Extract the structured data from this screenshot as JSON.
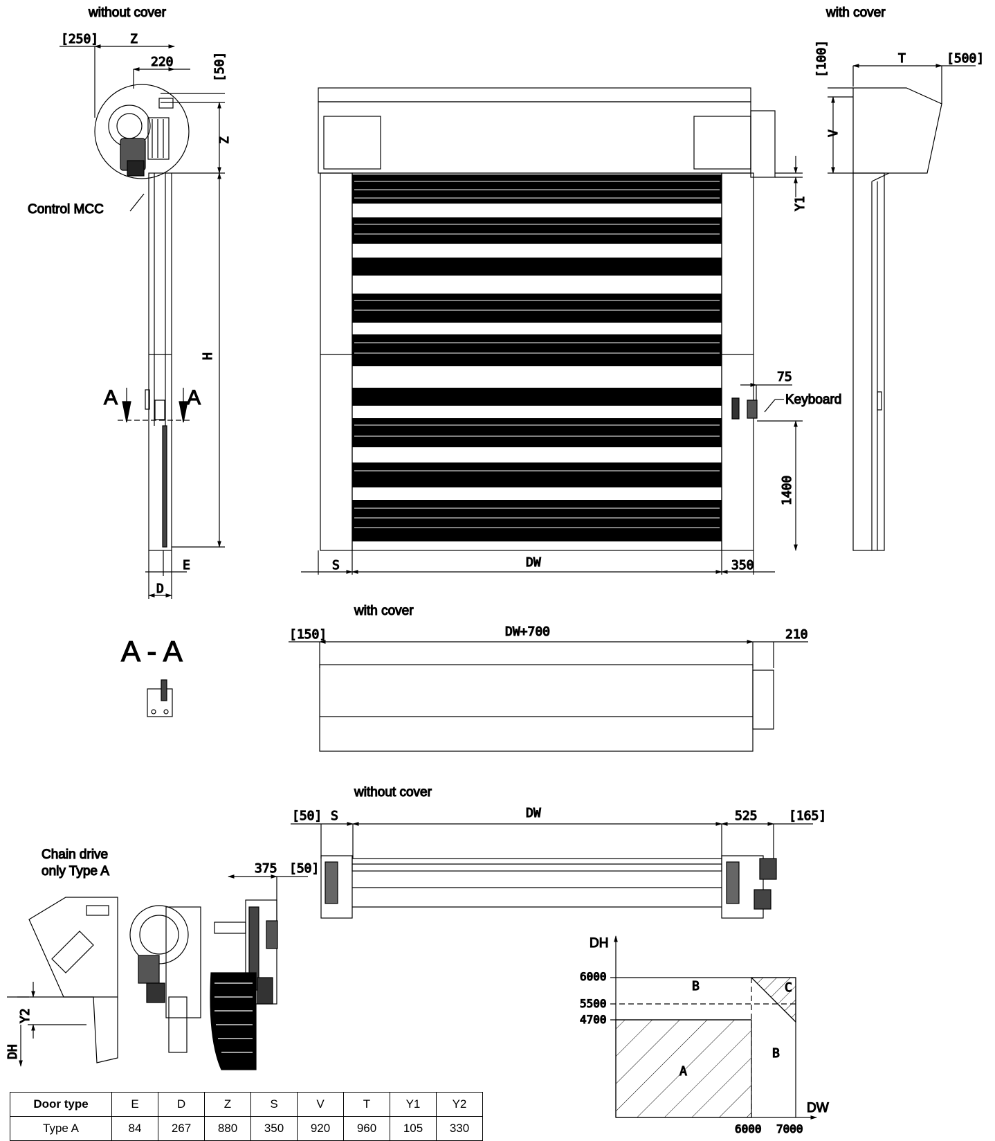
{
  "captions": {
    "side_without_cover": "without cover",
    "side_with_cover": "with cover",
    "top_with_cover": "with cover",
    "top_without_cover": "without cover",
    "chain_drive": [
      "Chain drive",
      "only Type A"
    ],
    "section": "A - A",
    "section_marker": "A",
    "control": "Control MCC",
    "keyboard": "Keyboard"
  },
  "dimensions": {
    "left_bracket_250": "[250]",
    "left_z_top": "Z",
    "left_220": "220",
    "left_bracket_50": "[50]",
    "left_z_vertical": "Z",
    "left_h": "H",
    "left_e": "E",
    "left_d": "D",
    "front_y1": "Y1",
    "front_75": "75",
    "front_1400": "1400",
    "front_s": "S",
    "front_dw": "DW",
    "front_350": "350",
    "right_bracket_100": "[100]",
    "right_t": "T",
    "right_bracket_500": "[500]",
    "right_v": "V",
    "topc_bracket_150": "[150]",
    "topc_dw700": "DW+700",
    "topc_210": "210",
    "topn_bracket_50": "[50]",
    "topn_s": "S",
    "topn_dw": "DW",
    "topn_525": "525",
    "topn_bracket_165": "[165]",
    "chain_375": "375",
    "chain_bracket_50": "[50]",
    "chain_y2": "Y2",
    "chain_dh": "DH"
  },
  "table": {
    "headers": [
      "Door type",
      "E",
      "D",
      "Z",
      "S",
      "V",
      "T",
      "Y1",
      "Y2"
    ],
    "rows": [
      [
        "Type A",
        "84",
        "267",
        "880",
        "350",
        "920",
        "960",
        "105",
        "330"
      ]
    ]
  },
  "range_chart": {
    "y_axis_label": "DH",
    "x_axis_label": "DW",
    "y_ticks": [
      "6000",
      "5500",
      "4700"
    ],
    "x_ticks": [
      "6000",
      "7000"
    ],
    "regions": [
      "A",
      "B",
      "B",
      "C"
    ]
  },
  "colors": {
    "ink": "#000000",
    "paper": "#ffffff"
  }
}
